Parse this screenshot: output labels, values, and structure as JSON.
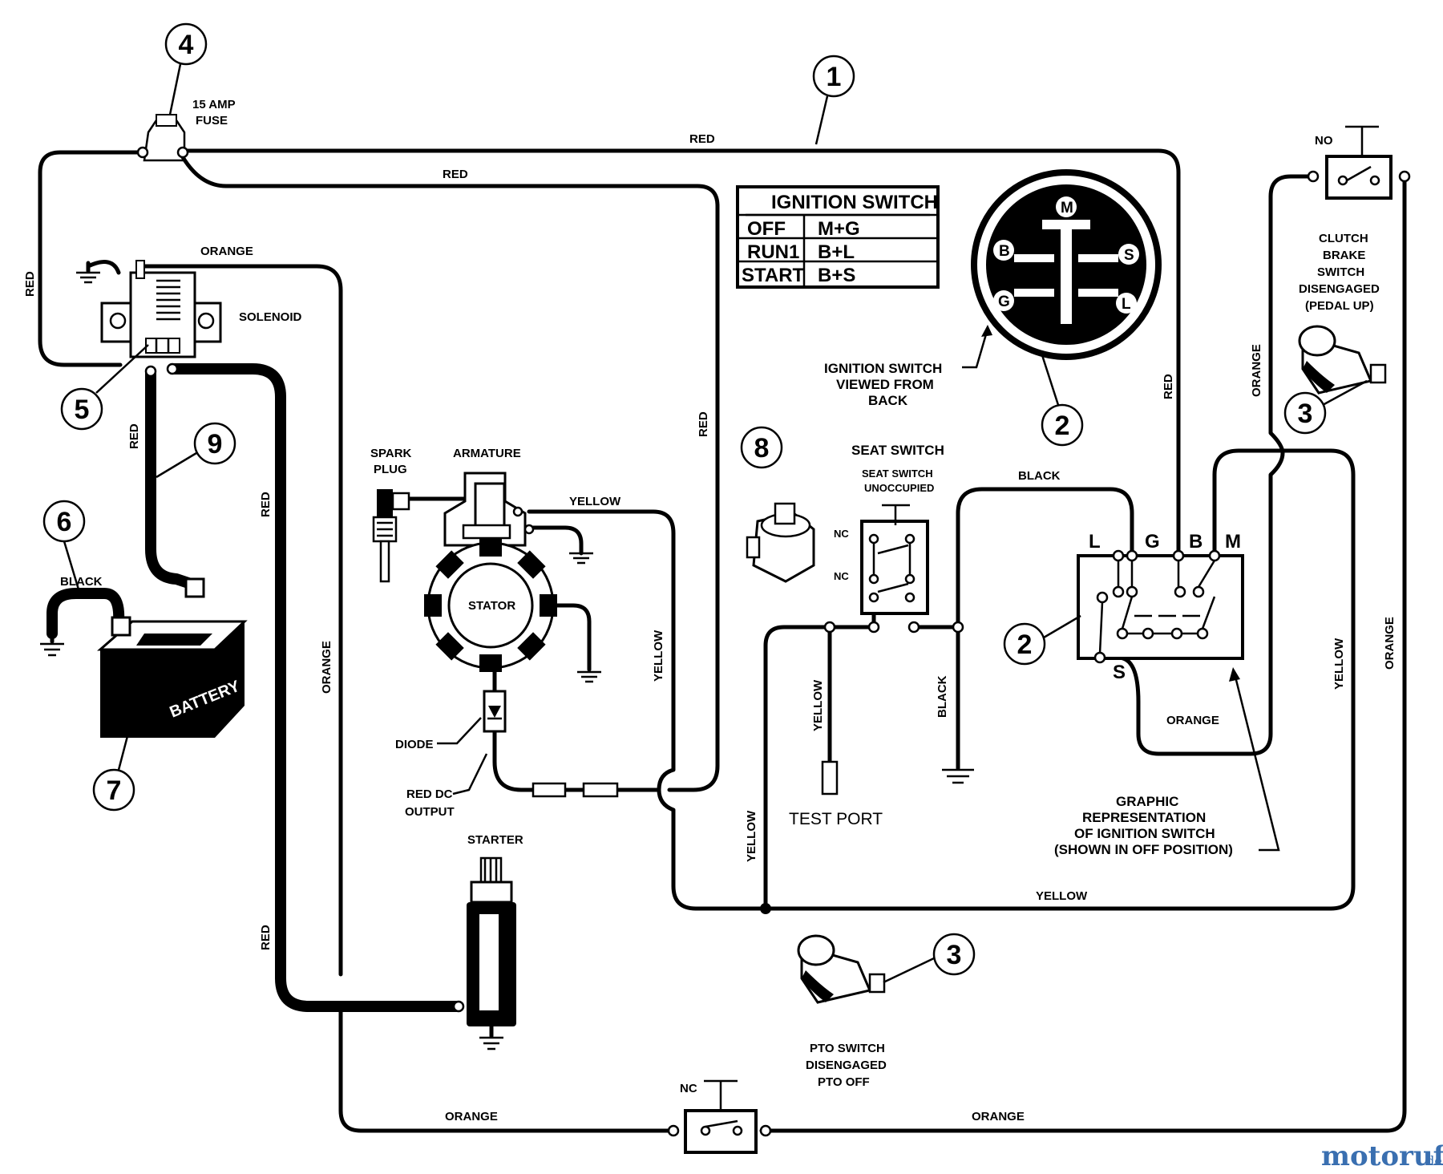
{
  "callouts": {
    "c1": "1",
    "c2a": "2",
    "c2b": "2",
    "c3a": "3",
    "c3b": "3",
    "c4": "4",
    "c5": "5",
    "c6": "6",
    "c7": "7",
    "c8": "8",
    "c9": "9"
  },
  "labels": {
    "fuse_l1": "15 AMP",
    "fuse_l2": "FUSE",
    "red_top": "RED",
    "red_top2": "RED",
    "red_left": "RED",
    "red_mid": "RED",
    "red_batt": "RED",
    "red_solenoid": "RED",
    "red_right": "RED",
    "red_bottom": "RED",
    "orange_top": "ORANGE",
    "orange_left": "ORANGE",
    "orange_right1": "ORANGE",
    "orange_right2": "ORANGE",
    "orange_ign": "ORANGE",
    "orange_bottom_l": "ORANGE",
    "orange_bottom_r": "ORANGE",
    "solenoid": "SOLENOID",
    "black_batt": "BLACK",
    "black_seat": "BLACK",
    "black_vert": "BLACK",
    "battery": "BATTERY",
    "spark_l1": "SPARK",
    "spark_l2": "PLUG",
    "armature": "ARMATURE",
    "stator": "STATOR",
    "yellow_arm": "YELLOW",
    "yellow_vert": "YELLOW",
    "yellow_test": "YELLOW",
    "yellow_lower": "YELLOW",
    "yellow_bottom": "YELLOW",
    "yellow_right": "YELLOW",
    "diode": "DIODE",
    "reddc_l1": "RED DC",
    "reddc_l2": "OUTPUT",
    "starter": "STARTER",
    "seat_switch": "SEAT SWITCH",
    "seat_unocc_l1": "SEAT SWITCH",
    "seat_unocc_l2": "UNOCCUPIED",
    "nc1": "NC",
    "nc2": "NC",
    "nc3": "NC",
    "no1": "NO",
    "test_port": "TEST PORT",
    "ign_back_l1": "IGNITION SWITCH",
    "ign_back_l2": "VIEWED FROM",
    "ign_back_l3": "BACK",
    "clutch_l1": "CLUTCH",
    "clutch_l2": "BRAKE",
    "clutch_l3": "SWITCH",
    "clutch_l4": "DISENGAGED",
    "clutch_l5": "(PEDAL UP)",
    "pto_l1": "PTO SWITCH",
    "pto_l2": "DISENGAGED",
    "pto_l3": "PTO OFF",
    "graphic_l1": "GRAPHIC",
    "graphic_l2": "REPRESENTATION",
    "graphic_l3": "OF IGNITION SWITCH",
    "graphic_l4": "(SHOWN IN OFF POSITION)",
    "term_L": "L",
    "term_G": "G",
    "term_B": "B",
    "term_M": "M",
    "term_S": "S",
    "back_M": "M",
    "back_B": "B",
    "back_S": "S",
    "back_G": "G",
    "back_L": "L"
  },
  "ignition_table": {
    "title": "IGNITION SWITCH",
    "rows": [
      {
        "pos": "OFF",
        "conn": "M+G"
      },
      {
        "pos": "RUN1",
        "conn": "B+L"
      },
      {
        "pos": "START",
        "conn": "B+S"
      }
    ]
  },
  "watermark": {
    "brand": "motoruf",
    "tld": ".de"
  }
}
